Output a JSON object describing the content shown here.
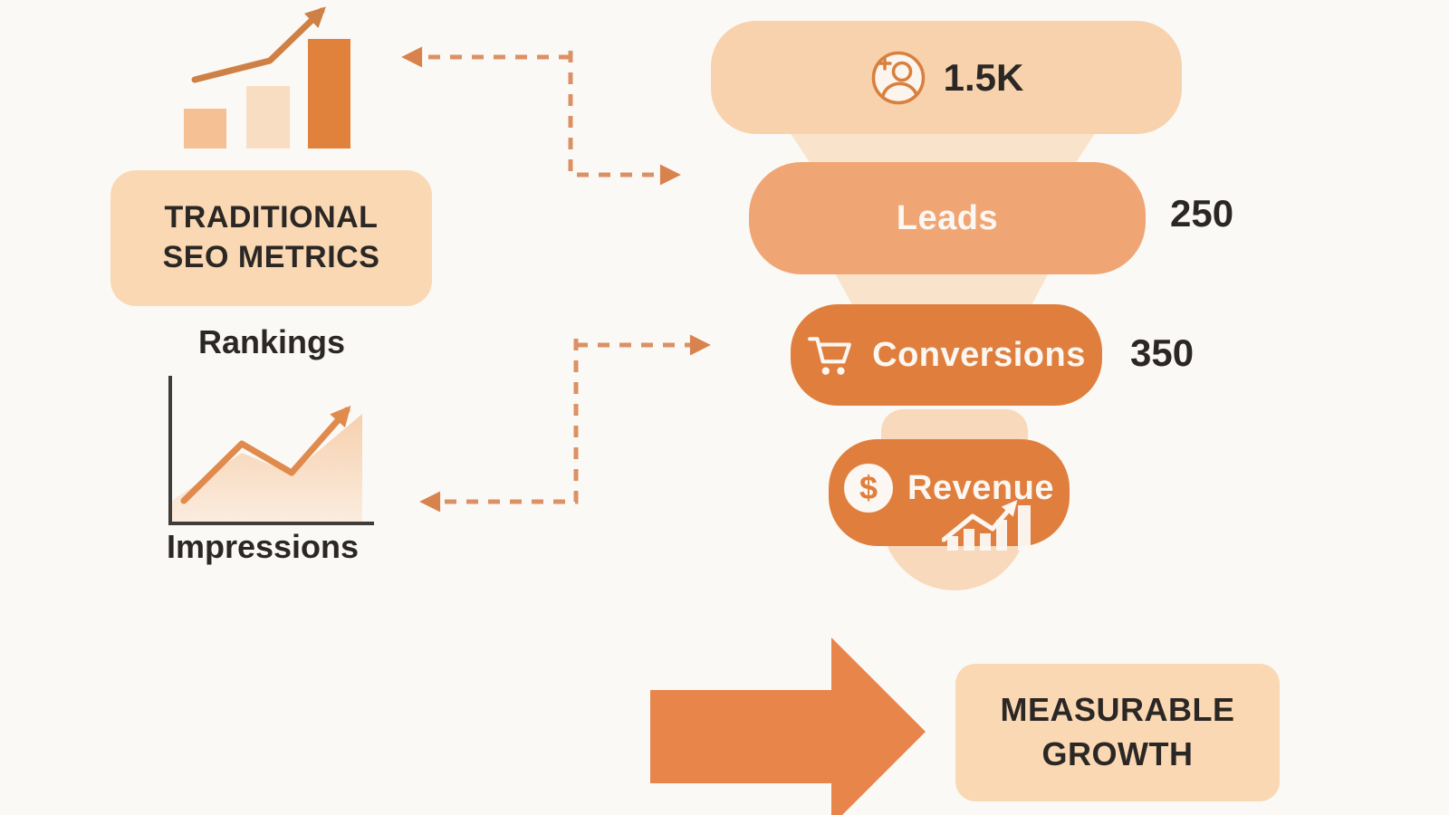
{
  "colors": {
    "bg": "#FBF9F6",
    "peach-box": "#FAD8B4",
    "funnel-top": "#F8D2AD",
    "funnel-mid": "#F0A674",
    "funnel-dark": "#E07F3D",
    "connector": "#FAE3CB",
    "tail": "#F8D9BC",
    "arrow": "#E8854B",
    "dashed": "#DC9164",
    "dashed-head": "#D8834E",
    "text-dark": "#2B2724",
    "text-light": "#FCF7F2",
    "bar-light": "#F5C094",
    "bar-lighter": "#F9DDC3",
    "bar-dark": "#E0813C",
    "line-stroke": "#E08A4D",
    "icon-line": "#CE8045",
    "axis": "#403C38",
    "icon-stroke": "#D9803F"
  },
  "left_panel": {
    "title_line1": "TRADITIONAL",
    "title_line2": "SEO METRICS",
    "rankings_label": "Rankings",
    "impressions_label": "Impressions"
  },
  "funnel": {
    "visitors": {
      "value": "1.5K",
      "icon": "user-add-icon"
    },
    "leads": {
      "label": "Leads",
      "value": "250"
    },
    "conversions": {
      "label": "Conversions",
      "value": "350",
      "icon": "cart-icon"
    },
    "revenue": {
      "label": "Revenue",
      "icon": "dollar-icon",
      "currency_symbol": "$",
      "trend_icon": "mini-bar-chart-icon"
    }
  },
  "outcome": {
    "line1": "MEASURABLE",
    "line2": "GROWTH"
  }
}
